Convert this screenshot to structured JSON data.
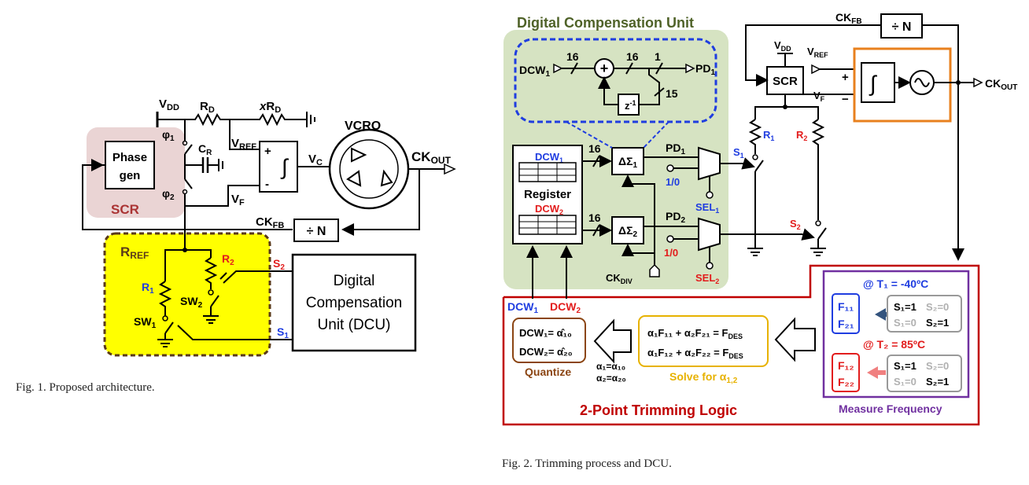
{
  "fig1": {
    "caption": "Fig. 1.   Proposed architecture.",
    "vdd": "V",
    "vdd_sub": "DD",
    "rd": "R",
    "rd_sub": "D",
    "xrd_x": "x",
    "xrd": "R",
    "xrd_sub": "D",
    "vcro": "VCRO",
    "phi1": "φ",
    "phi1_sub": "1",
    "phi2": "φ",
    "phi2_sub": "2",
    "cr": "C",
    "cr_sub": "R",
    "phase_gen_1": "Phase",
    "phase_gen_2": "gen",
    "scr": "SCR",
    "vref": "V",
    "vref_sub": "REF",
    "vf": "V",
    "vf_sub": "F",
    "vc": "V",
    "vc_sub": "C",
    "integ_plus": "+",
    "integ_minus": "-",
    "ckout": "CK",
    "ckout_sub": "OUT",
    "ckfb": "CK",
    "ckfb_sub": "FB",
    "divn": "÷ N",
    "rref": "R",
    "rref_sub": "REF",
    "r1": "R",
    "r1_sub": "1",
    "r2": "R",
    "r2_sub": "2",
    "sw1": "SW",
    "sw1_sub": "1",
    "sw2": "SW",
    "sw2_sub": "2",
    "s1": "S",
    "s1_sub": "1",
    "s2": "S",
    "s2_sub": "2",
    "dcu_1": "Digital",
    "dcu_2": "Compensation",
    "dcu_3": "Unit (DCU)"
  },
  "fig2": {
    "caption": "Fig. 2.   Trimming process and DCU.",
    "dcu_title": "Digital Compensation Unit",
    "dcw1": "DCW",
    "dcw1_sub": "1",
    "dcw2": "DCW",
    "dcw2_sub": "2",
    "bits16a": "16",
    "bits16b": "16",
    "bits1": "1",
    "bits15": "15",
    "bits16c": "16",
    "bits16d": "16",
    "pd1": "PD",
    "pd1_sub": "1",
    "pd2": "PD",
    "pd2_sub": "2",
    "zinv": "z",
    "zinv_sup": "-1",
    "register": "Register",
    "ds1": "ΔΣ",
    "ds1_sub": "1",
    "ds2": "ΔΣ",
    "ds2_sub": "2",
    "onezero1": "1/0",
    "onezero2": "1/0",
    "sel1": "SEL",
    "sel1_sub": "1",
    "sel2": "SEL",
    "sel2_sub": "2",
    "ckdiv": "CK",
    "ckdiv_sub": "DIV",
    "ckfb": "CK",
    "ckfb_sub": "FB",
    "divn": "÷ N",
    "vdd": "V",
    "vdd_sub": "DD",
    "scr": "SCR",
    "vref": "V",
    "vref_sub": "REF",
    "vf": "V",
    "vf_sub": "F",
    "plus": "+",
    "minus": "−",
    "ckout": "CK",
    "ckout_sub": "OUT",
    "r1": "R",
    "r1_sub": "1",
    "r2": "R",
    "r2_sub": "2",
    "s1": "S",
    "s1_sub": "1",
    "s2": "S",
    "s2_sub": "2",
    "q_eq1": "DCW₁= α̂₁₀",
    "q_eq2": "DCW₂= α̂₂₀",
    "quantize": "Quantize",
    "alpha_eq1": "α₁=α₁₀",
    "alpha_eq2": "α₂=α₂₀",
    "solve_eq1": "α₁F₁₁ + α₂F₂₁ = F",
    "solve_eq1_sub": "DES",
    "solve_eq2": "α₁F₁₂ + α₂F₂₂ = F",
    "solve_eq2_sub": "DES",
    "solve_for": "Solve for α",
    "solve_for_sub": "1,2",
    "t1": "@ T₁ = -40ºC",
    "t2": "@ T₂ = 85ºC",
    "f11": "F₁₁",
    "f21": "F₂₁",
    "f12": "F₁₂",
    "f22": "F₂₂",
    "sw_a1": "S₁=1",
    "sw_a2": "S₂=0",
    "sw_b1": "S₁=0",
    "sw_b2": "S₂=1",
    "sw_c1": "S₁=1",
    "sw_c2": "S₂=0",
    "sw_d1": "S₁=0",
    "sw_d2": "S₂=1",
    "measure": "Measure Frequency",
    "trimming": "2-Point Trimming Logic",
    "colors": {
      "dcu_green": "#d6e3c2",
      "title_green": "#4f6228",
      "blue": "#1f3de0",
      "red": "#e21c1c",
      "orange": "#e8801e",
      "purple": "#7030a0",
      "darkred": "#c00000",
      "yellow": "#ffff00",
      "pink": "#ead4d4",
      "brown": "#8b4513",
      "gold": "#e7b200"
    }
  }
}
